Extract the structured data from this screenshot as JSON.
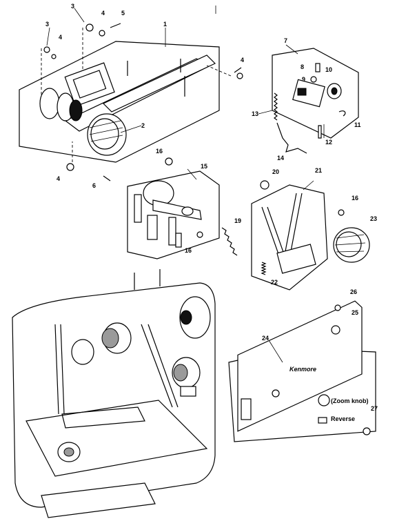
{
  "callouts": [
    {
      "id": "c1",
      "text": "1"
    },
    {
      "id": "c2",
      "text": "2"
    },
    {
      "id": "c3a",
      "text": "3"
    },
    {
      "id": "c3b",
      "text": "3"
    },
    {
      "id": "c4a",
      "text": "4"
    },
    {
      "id": "c4b",
      "text": "4"
    },
    {
      "id": "c4c",
      "text": "4"
    },
    {
      "id": "c4d",
      "text": "4"
    },
    {
      "id": "c5",
      "text": "5"
    },
    {
      "id": "c6",
      "text": "6"
    },
    {
      "id": "c7",
      "text": "7"
    },
    {
      "id": "c8",
      "text": "8"
    },
    {
      "id": "c9",
      "text": "9"
    },
    {
      "id": "c10",
      "text": "10"
    },
    {
      "id": "c11",
      "text": "11"
    },
    {
      "id": "c12",
      "text": "12"
    },
    {
      "id": "c13",
      "text": "13"
    },
    {
      "id": "c14",
      "text": "14"
    },
    {
      "id": "c15",
      "text": "15"
    },
    {
      "id": "c16a",
      "text": "16"
    },
    {
      "id": "c16b",
      "text": "16"
    },
    {
      "id": "c16c",
      "text": "16"
    },
    {
      "id": "c19",
      "text": "19"
    },
    {
      "id": "c20",
      "text": "20"
    },
    {
      "id": "c21",
      "text": "21"
    },
    {
      "id": "c22",
      "text": "22"
    },
    {
      "id": "c23",
      "text": "23"
    },
    {
      "id": "c24",
      "text": "24"
    },
    {
      "id": "c25",
      "text": "25"
    },
    {
      "id": "c26",
      "text": "26"
    },
    {
      "id": "c27",
      "text": "27"
    }
  ],
  "panel_text": {
    "brand": "Kenmore",
    "dial_label": "(Zoom knob)",
    "small_label": "Reverse"
  }
}
